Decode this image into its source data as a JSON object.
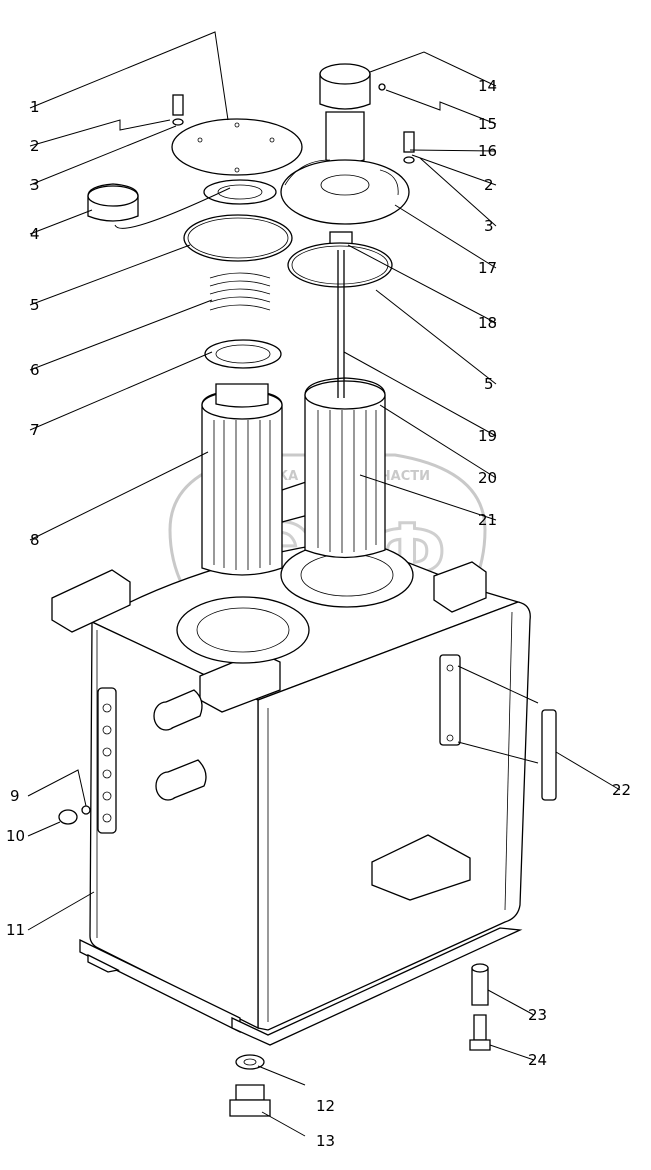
{
  "watermark": {
    "left_word": "ТЕХНИКА",
    "right_word": "ЗАПЧАСТИ",
    "logo_letters": "ЭТФ"
  },
  "callouts": {
    "c1": "1",
    "c2a": "2",
    "c2b": "2",
    "c3a": "3",
    "c3b": "3",
    "c4": "4",
    "c5a": "5",
    "c5b": "5",
    "c6": "6",
    "c7": "7",
    "c8": "8",
    "c9": "9",
    "c10": "10",
    "c11": "11",
    "c12": "12",
    "c13": "13",
    "c14": "14",
    "c15": "15",
    "c16": "16",
    "c17": "17",
    "c18": "18",
    "c19": "19",
    "c20": "20",
    "c21": "21",
    "c22": "22",
    "c23": "23",
    "c24": "24"
  }
}
